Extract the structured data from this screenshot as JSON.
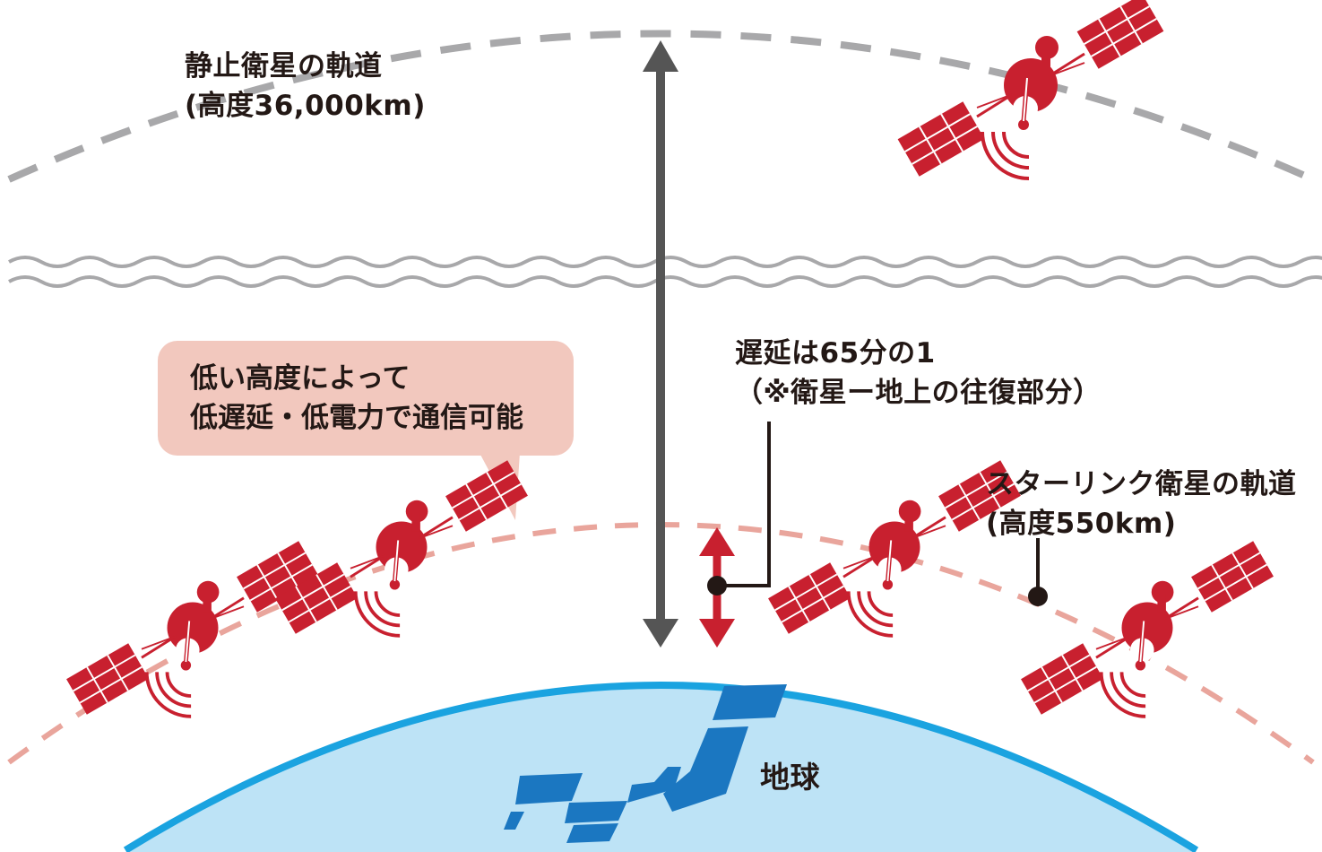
{
  "geo_orbit": {
    "label_line1": "静止衛星の軌道",
    "label_line2": "(高度36,000km)"
  },
  "callout": {
    "line1": "低い高度によって",
    "line2": "低遅延・低電力で通信可能"
  },
  "delay": {
    "line1": "遅延は65分の1",
    "line2": "（※衛星ー地上の往復部分）"
  },
  "starlink_orbit": {
    "label_line1": "スターリンク衛星の軌道",
    "label_line2": "(高度550km)"
  },
  "earth": {
    "label": "地球"
  },
  "colors": {
    "satellite": "#c8202f",
    "geo_orbit": "#a8a8aa",
    "starlink_orbit": "#e9a59c",
    "earth_fill": "#bde3f6",
    "earth_edge": "#1aa3e0",
    "japan": "#1b77c1",
    "arrow_long": "#555555",
    "arrow_short": "#c8202f",
    "callout_bg": "#f2c8be"
  },
  "icons": [
    "satellite-icon",
    "signal-waves-icon",
    "japan-map-icon"
  ]
}
